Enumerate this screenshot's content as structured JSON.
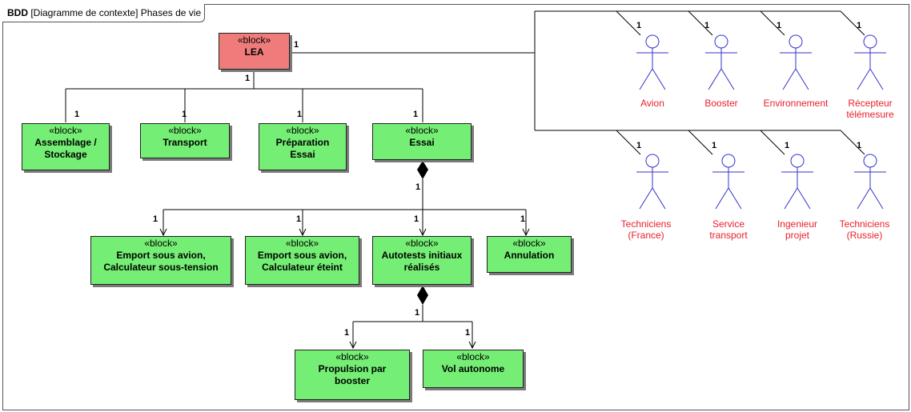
{
  "frame": {
    "kind": "BDD",
    "title": "[Diagramme de contexte] Phases de vie"
  },
  "stereotype": "«block»",
  "blocks": {
    "lea": "LEA",
    "assemblage": "Assemblage /\nStockage",
    "transport": "Transport",
    "preparation": "Préparation\nEssai",
    "essai": "Essai",
    "emport_on": "Emport sous avion,\nCalculateur sous-tension",
    "emport_off": "Emport sous avion,\nCalculateur éteint",
    "autotests": "Autotests initiaux\nréalisés",
    "annulation": "Annulation",
    "propulsion": "Propulsion par\nbooster",
    "vol": "Vol autonome"
  },
  "actors": {
    "avion": "Avion",
    "booster": "Booster",
    "environnement": "Environnement",
    "recepteur": "Récepteur\ntélémesure",
    "tech_fr": "Techniciens\n(France)",
    "service": "Service\ntransport",
    "ingenieur": "Ingenieur\nprojet",
    "tech_ru": "Techniciens\n(Russie)"
  },
  "multiplicity": "1",
  "colors": {
    "block_fill": "#74ee74",
    "system_fill": "#ef7b7b",
    "actor_stroke": "#3333cc",
    "actor_label": "#e8202a"
  }
}
